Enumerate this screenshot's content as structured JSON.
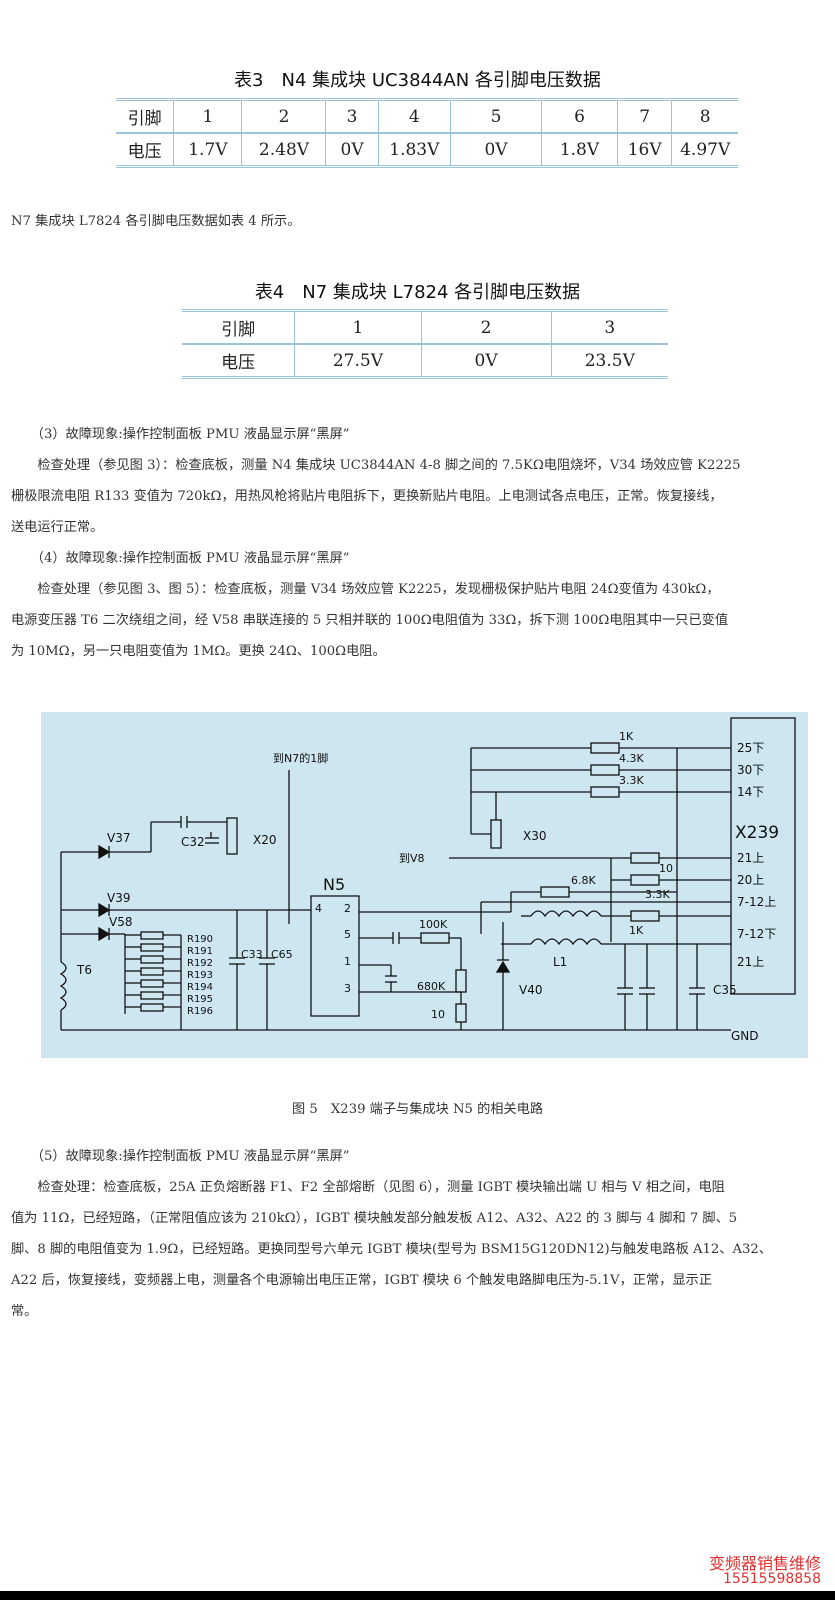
{
  "table3": {
    "caption": "表3　N4 集成块 UC3844AN 各引脚电压数据",
    "row1_label": "引脚",
    "row2_label": "电压",
    "pins": [
      "1",
      "2",
      "3",
      "4",
      "5",
      "6",
      "7",
      "8"
    ],
    "voltages": [
      "1.7V",
      "2.48V",
      "0V",
      "1.83V",
      "0V",
      "1.8V",
      "16V",
      "4.97V"
    ]
  },
  "intro_text": "N7 集成块 L7824 各引脚电压数据如表 4 所示。",
  "table4": {
    "caption": "表4　N7 集成块 L7824 各引脚电压数据",
    "row1_label": "引脚",
    "row2_label": "电压",
    "pins": [
      "1",
      "2",
      "3"
    ],
    "voltages": [
      "27.5V",
      "0V",
      "23.5V"
    ]
  },
  "paragraphs": [
    "　　（3）故障现象:操作控制面板 PMU 液晶显示屏“黑屏”",
    "　　检查处理（参见图 3）：检查底板，测量 N4 集成块 UC3844AN 4-8 脚之间的 7.5KΩ电阻烧坏，V34 场效应管 K2225",
    "栅极限流电阻 R133 变值为 720kΩ，用热风枪将贴片电阻拆下，更换新贴片电阻。上电测试各点电压，正常。恢复接线，",
    "送电运行正常。",
    "　　（4）故障现象:操作控制面板 PMU 液晶显示屏“黑屏”",
    "　　检查处理（参见图 3、图 5）：检查底板，测量 V34 场效应管 K2225，发现栅极保护贴片电阻 24Ω变值为 430kΩ，",
    "电源变压器 T6 二次绕组之间，经 V58 串联连接的 5 只相并联的 100Ω电阻值为 33Ω，拆下测 100Ω电阻其中一只已变值",
    "为 10MΩ，另一只电阻变值为 1MΩ。更换 24Ω、100Ω电阻。"
  ],
  "figure": {
    "caption": "图 5　X239 端子与集成块 N5 的相关电路",
    "labels": {
      "to_n7": "到N7的1脚",
      "to_v8": "到V8",
      "x30": "X30",
      "x20": "X20",
      "x239": "X239",
      "n5": "N5",
      "c32": "C32",
      "c33": "C33",
      "c65": "C65",
      "c35": "C35",
      "v37": "V37",
      "v39": "V39",
      "v58": "V58",
      "v40": "V40",
      "t6": "T6",
      "l1": "L1",
      "r_1k_top": "1K",
      "r_43k": "4.3K",
      "r_33k_top": "3.3K",
      "r_10_mid": "10",
      "r_33k_mid": "3.3K",
      "r_68k": "6.8K",
      "r_100k": "100K",
      "r_680k": "680K",
      "r_10_bot": "10",
      "r_1k_mid": "1K",
      "pin_25": "25下",
      "pin_30": "30下",
      "pin_14": "14下",
      "pin_21a": "21上",
      "pin_20": "20上",
      "pin_712a": "7-12上",
      "pin_712b": "7-12下",
      "pin_21b": "21上",
      "gnd": "GND",
      "n5_p4": "4",
      "n5_p2": "2",
      "n5_p5": "5",
      "n5_p1": "1",
      "n5_p3": "3",
      "resistors": [
        "R190",
        "R191",
        "R192",
        "R193",
        "R194",
        "R195",
        "R196"
      ]
    }
  },
  "paragraphs2": [
    "　　（5）故障现象:操作控制面板 PMU 液晶显示屏“黑屏”",
    "　　检查处理：检查底板，25A 正负熔断器 F1、F2 全部熔断（见图 6），测量 IGBT 模块输出端 U 相与 V 相之间，电阻",
    "值为 11Ω，已经短路，（正常阻值应该为 210kΩ），IGBT 模块触发部分触发板 A12、A32、A22 的 3 脚与 4 脚和 7 脚、5",
    "脚、8 脚的电阻值变为 1.9Ω，已经短路。更换同型号六单元 IGBT 模块(型号为 BSM15G120DN12)与触发电路板 A12、A32、",
    "A22 后，恢复接线，变频器上电，测量各个电源输出电压正常，IGBT 模块 6 个触发电路脚电压为-5.1V，正常，显示正",
    "常。"
  ],
  "watermark": {
    "line1": "变频器销售维修",
    "line2": "15515598858"
  }
}
